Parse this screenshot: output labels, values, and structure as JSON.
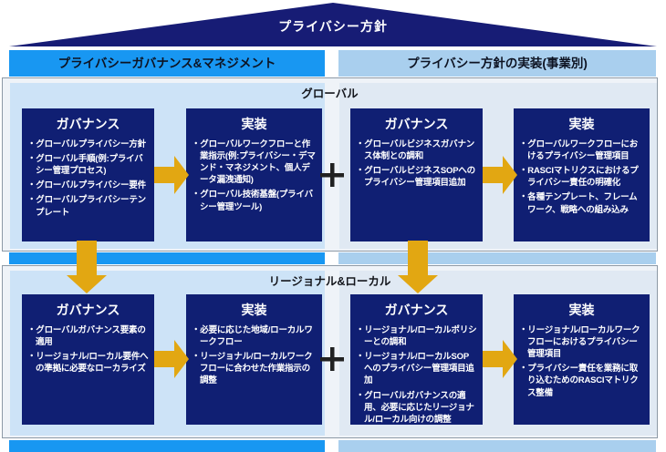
{
  "colors": {
    "roof_navy": "#171c75",
    "box_navy": "#101f73",
    "bright_blue": "#1897f2",
    "light_blue": "#a9cfee",
    "panel_left": "#cde3f7",
    "panel_right": "#e0e9f3",
    "arrow_gold": "#e2a712",
    "plus_dark": "#222222"
  },
  "bullet": "・",
  "roof": {
    "title": "プライバシー方針"
  },
  "headers": {
    "left": "プライバシーガバナンス&マネジメント",
    "right": "プライバシー方針の実装(事業別)"
  },
  "bands": [
    {
      "title": "グローバル",
      "pairs": [
        {
          "governance": {
            "title": "ガバナンス",
            "items": [
              "グローバルプライバシー方針",
              "グローバル手順(例:プライバシー管理プロセス)",
              "グローバルプライバシー要件",
              "グローバルプライバシーテンプレート"
            ]
          },
          "implementation": {
            "title": "実装",
            "items": [
              "グローバルワークフローと作業指示(例:プライバシー・デマンド・マネジメント、個人データ漏洩通知)",
              "グローバル技術基盤(プライバシー管理ツール)"
            ]
          }
        },
        {
          "governance": {
            "title": "ガバナンス",
            "items": [
              "グローバルビジネスガバナンス体制との調和",
              "グローバルビジネスSOPへのプライバシー管理項目追加"
            ]
          },
          "implementation": {
            "title": "実装",
            "items": [
              "グローバルワークフローにおけるプライバシー管理項目",
              "RASCIマトリクスにおけるプライバシー責任の明確化",
              "各種テンプレート、フレームワーク、戦略への組み込み"
            ]
          }
        }
      ]
    },
    {
      "title": "リージョナル&ローカル",
      "pairs": [
        {
          "governance": {
            "title": "ガバナンス",
            "items": [
              "グローバルガバナンス要素の適用",
              "リージョナル/ローカル要件への準拠に必要なローカライズ"
            ]
          },
          "implementation": {
            "title": "実装",
            "items": [
              "必要に応じた地域/ローカルワークフロー",
              "リージョナル/ローカルワークフローに合わせた作業指示の調整"
            ]
          }
        },
        {
          "governance": {
            "title": "ガバナンス",
            "items": [
              "リージョナル/ローカルポリシーとの調和",
              "リージョナル/ローカルSOPへのプライバシー管理項目追加",
              "グローバルガバナンスの適用、必要に応じたリージョナル/ローカル向けの調整"
            ]
          },
          "implementation": {
            "title": "実装",
            "items": [
              "リージョナル/ローカルワークフローにおけるプライバシー管理項目",
              "プライバシー責任を業務に取り込むためのRASCIマトリクス整備"
            ]
          }
        }
      ]
    }
  ]
}
